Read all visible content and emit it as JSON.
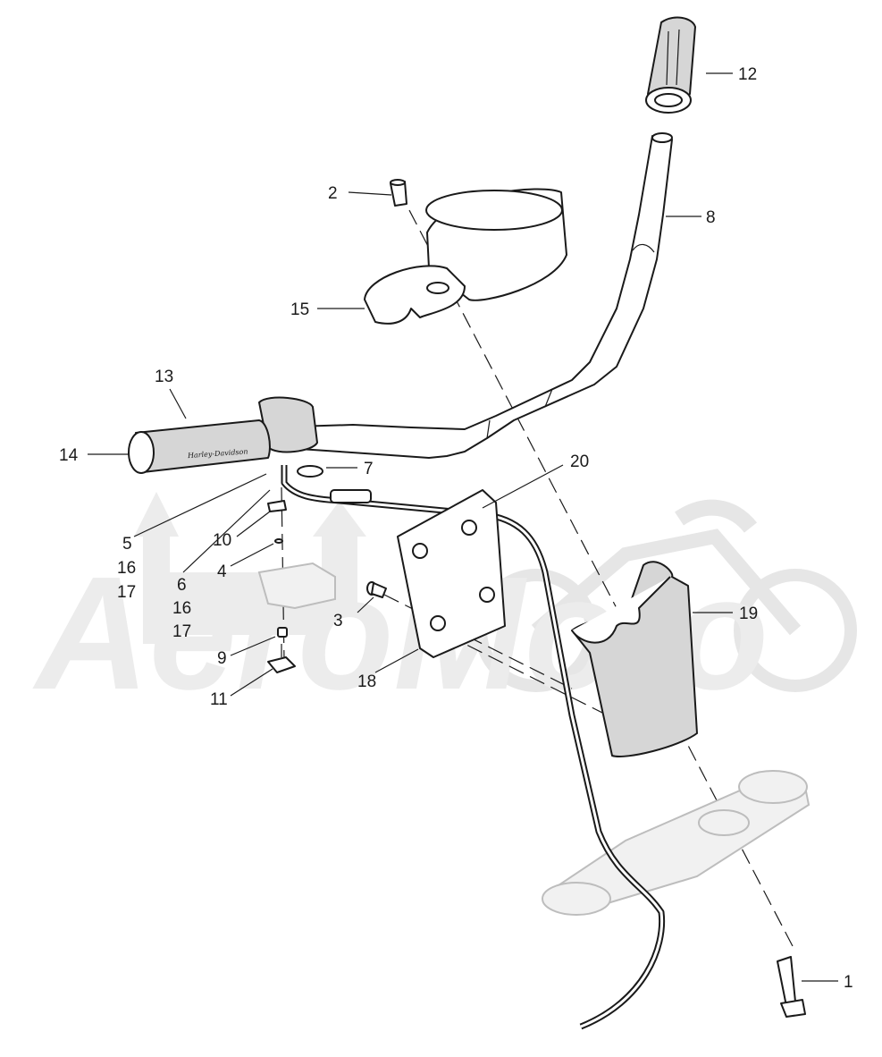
{
  "diagram": {
    "callouts": [
      {
        "id": "c1",
        "text": "1"
      },
      {
        "id": "c2",
        "text": "2"
      },
      {
        "id": "c3",
        "text": "3"
      },
      {
        "id": "c4",
        "text": "4"
      },
      {
        "id": "c5",
        "text": "5"
      },
      {
        "id": "c5b",
        "text": "16"
      },
      {
        "id": "c5c",
        "text": "17"
      },
      {
        "id": "c6",
        "text": "6"
      },
      {
        "id": "c6b",
        "text": "16"
      },
      {
        "id": "c6c",
        "text": "17"
      },
      {
        "id": "c7",
        "text": "7"
      },
      {
        "id": "c8",
        "text": "8"
      },
      {
        "id": "c9",
        "text": "9"
      },
      {
        "id": "c10",
        "text": "10"
      },
      {
        "id": "c11",
        "text": "11"
      },
      {
        "id": "c12",
        "text": "12"
      },
      {
        "id": "c13",
        "text": "13"
      },
      {
        "id": "c14",
        "text": "14"
      },
      {
        "id": "c15",
        "text": "15"
      },
      {
        "id": "c18",
        "text": "18"
      },
      {
        "id": "c19",
        "text": "19"
      },
      {
        "id": "c20",
        "text": "20"
      }
    ],
    "grip_branding": "Harley-Davidson",
    "watermark_text": "AeroMoto",
    "colors": {
      "line": "#1a1a1a",
      "watermark": "#ececec",
      "shading": "#d6d6d6"
    }
  }
}
